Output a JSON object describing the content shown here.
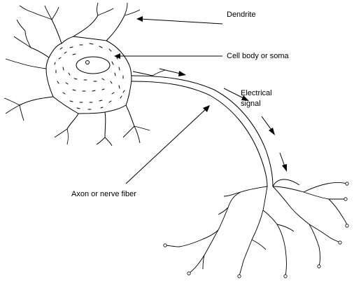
{
  "labels": {
    "dendrite": "Dendrite",
    "cell_body": "Cell body or soma",
    "signal_line1": "Electrical",
    "signal_line2": "signal",
    "axon": "Axon or nerve fiber"
  }
}
